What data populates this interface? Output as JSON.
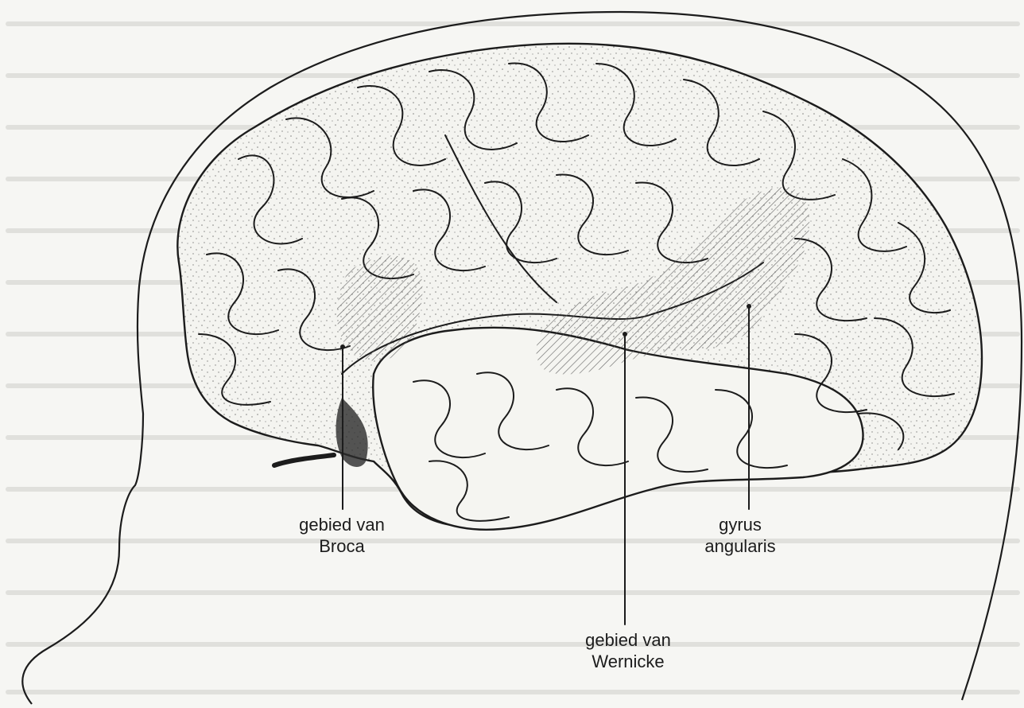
{
  "labels": {
    "broca": {
      "line1": "gebied van",
      "line2": "Broca"
    },
    "gyrus": {
      "line1": "gyrus",
      "line2": "angularis"
    },
    "wernicke": {
      "line1": "gebied van",
      "line2": "Wernicke"
    }
  },
  "colors": {
    "ink": "#1c1c1c",
    "paper": "#f6f6f3",
    "hatch": "#555555",
    "bleed_text": "#bdbdb8"
  }
}
